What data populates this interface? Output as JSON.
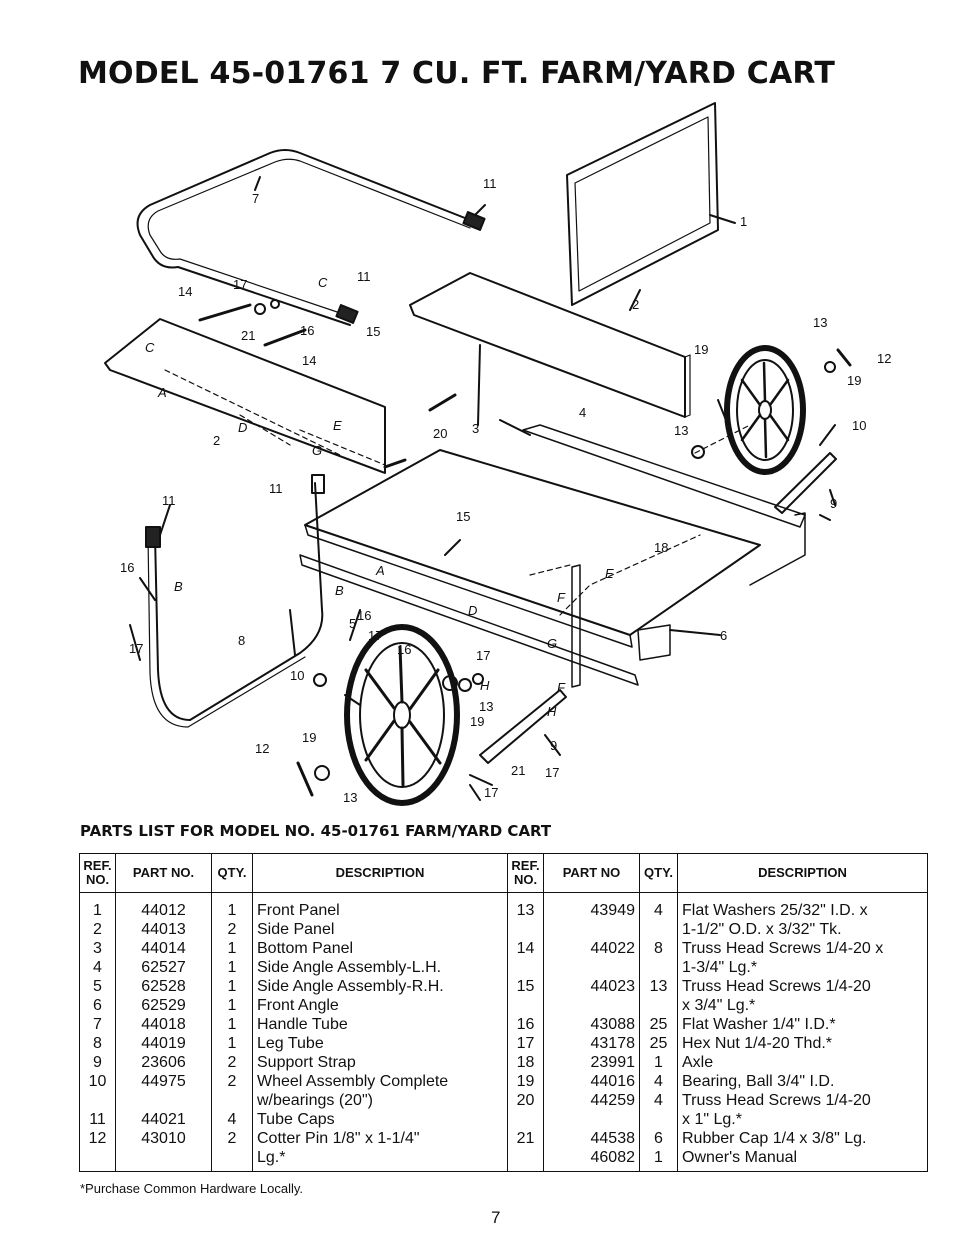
{
  "title": "MODEL 45-01761 7 CU. FT. FARM/YARD CART",
  "parts_heading": "PARTS LIST FOR MODEL NO. 45-01761 FARM/YARD CART",
  "table": {
    "headers": [
      "REF. NO.",
      "PART NO.",
      "QTY.",
      "DESCRIPTION",
      "REF. NO.",
      "PART NO",
      "QTY.",
      "DESCRIPTION"
    ],
    "rows": [
      {
        "ref1": "1",
        "part1": "44012",
        "qty1": "1",
        "desc1": "Front Panel",
        "ref2": "13",
        "part2": "43949",
        "qty2": "4",
        "desc2": "Flat Washers 25/32\" I.D. x"
      },
      {
        "ref1": "2",
        "part1": "44013",
        "qty1": "2",
        "desc1": "Side Panel",
        "ref2": "",
        "part2": "",
        "qty2": "",
        "desc2": "1-1/2\" O.D. x 3/32\" Tk."
      },
      {
        "ref1": "3",
        "part1": "44014",
        "qty1": "1",
        "desc1": "Bottom Panel",
        "ref2": "14",
        "part2": "44022",
        "qty2": "8",
        "desc2": "Truss Head Screws 1/4-20 x"
      },
      {
        "ref1": "4",
        "part1": "62527",
        "qty1": "1",
        "desc1": "Side Angle Assembly-L.H.",
        "ref2": "",
        "part2": "",
        "qty2": "",
        "desc2": "1-3/4\" Lg.*"
      },
      {
        "ref1": "5",
        "part1": "62528",
        "qty1": "1",
        "desc1": "Side Angle Assembly-R.H.",
        "ref2": "15",
        "part2": "44023",
        "qty2": "13",
        "desc2": "Truss Head Screws 1/4-20"
      },
      {
        "ref1": "6",
        "part1": "62529",
        "qty1": "1",
        "desc1": "Front Angle",
        "ref2": "",
        "part2": "",
        "qty2": "",
        "desc2": "x 3/4\" Lg.*"
      },
      {
        "ref1": "7",
        "part1": "44018",
        "qty1": "1",
        "desc1": "Handle Tube",
        "ref2": "16",
        "part2": "43088",
        "qty2": "25",
        "desc2": "Flat Washer 1/4\" I.D.*"
      },
      {
        "ref1": "8",
        "part1": "44019",
        "qty1": "1",
        "desc1": "Leg Tube",
        "ref2": "17",
        "part2": "43178",
        "qty2": "25",
        "desc2": "Hex Nut 1/4-20 Thd.*"
      },
      {
        "ref1": "9",
        "part1": "23606",
        "qty1": "2",
        "desc1": "Support Strap",
        "ref2": "18",
        "part2": "23991",
        "qty2": "1",
        "desc2": "Axle"
      },
      {
        "ref1": "10",
        "part1": "44975",
        "qty1": "2",
        "desc1": "Wheel Assembly Complete",
        "ref2": "19",
        "part2": "44016",
        "qty2": "4",
        "desc2": "Bearing, Ball 3/4\" I.D."
      },
      {
        "ref1": "",
        "part1": "",
        "qty1": "",
        "desc1": "w/bearings (20\")",
        "ref2": "20",
        "part2": "44259",
        "qty2": "4",
        "desc2": "Truss Head Screws 1/4-20"
      },
      {
        "ref1": "11",
        "part1": "44021",
        "qty1": "4",
        "desc1": "Tube Caps",
        "ref2": "",
        "part2": "",
        "qty2": "",
        "desc2": "x 1\" Lg.*"
      },
      {
        "ref1": "12",
        "part1": "43010",
        "qty1": "2",
        "desc1": "Cotter Pin 1/8\" x 1-1/4\"",
        "ref2": "21",
        "part2": "44538",
        "qty2": "6",
        "desc2": "Rubber Cap 1/4 x 3/8\" Lg."
      },
      {
        "ref1": "",
        "part1": "",
        "qty1": "",
        "desc1": "Lg.*",
        "ref2": "",
        "part2": "46082",
        "qty2": "1",
        "desc2": "Owner's Manual"
      }
    ]
  },
  "footnote": "*Purchase Common Hardware Locally.",
  "page_number": "7",
  "diagram": {
    "callouts": [
      "1",
      "2",
      "3",
      "4",
      "5",
      "6",
      "7",
      "8",
      "9",
      "10",
      "11",
      "12",
      "13",
      "14",
      "15",
      "16",
      "17",
      "18",
      "19",
      "20",
      "21"
    ],
    "letters": [
      "A",
      "B",
      "C",
      "D",
      "E",
      "F",
      "G",
      "H"
    ]
  }
}
